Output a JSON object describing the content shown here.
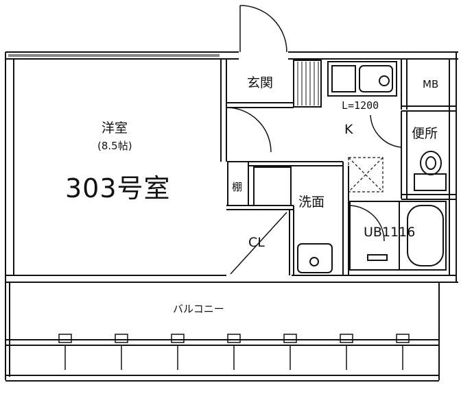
{
  "rooms": {
    "western_room": "洋室",
    "western_room_size": "(8.5帖)",
    "unit_number": "303号室",
    "entrance": "玄関",
    "meter_box": "MB",
    "kitchen_length": "L=1200",
    "kitchen": "K",
    "toilet": "便所",
    "shelf": "棚",
    "washroom": "洗面",
    "unit_bath": "UB1116",
    "closet": "CL",
    "balcony": "バルコニー"
  },
  "colors": {
    "line": "#111111",
    "background": "#ffffff"
  }
}
